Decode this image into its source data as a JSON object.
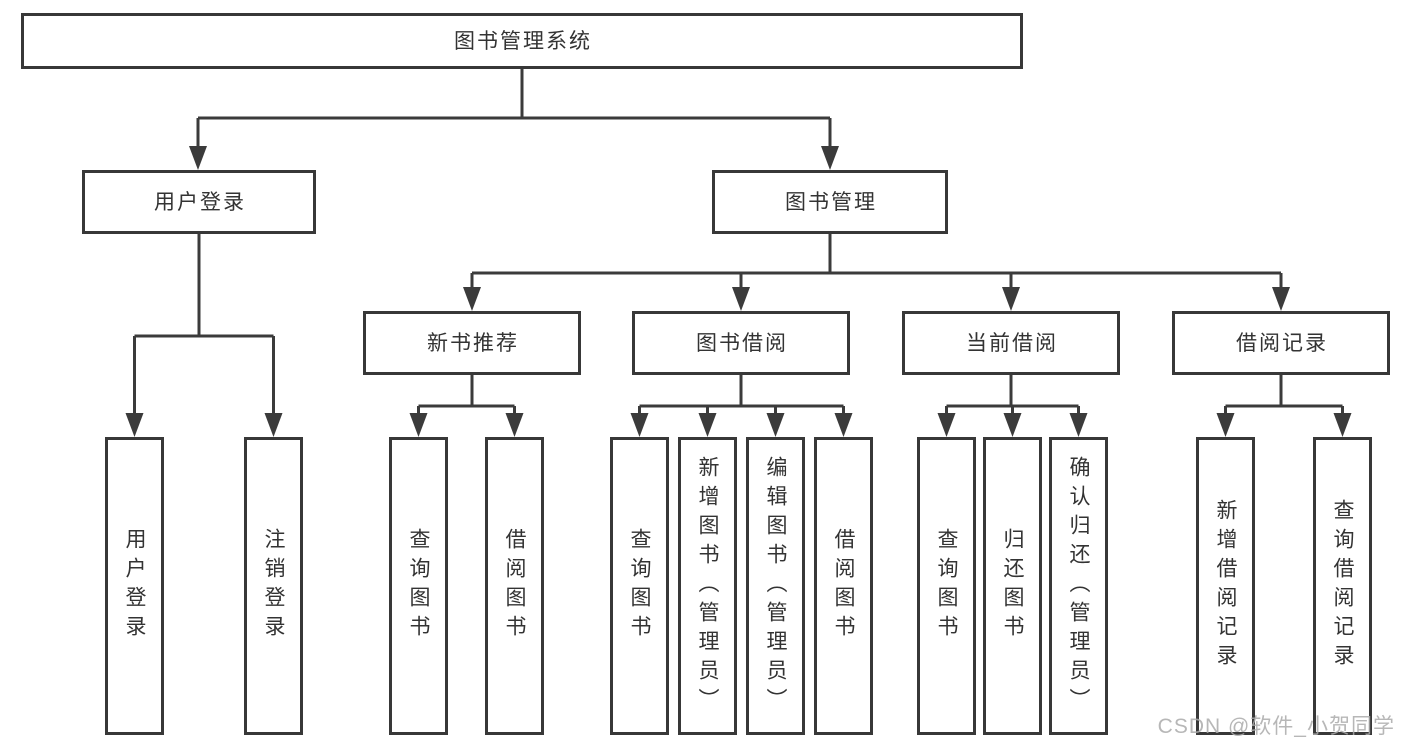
{
  "tree": {
    "root": {
      "label": "图书管理系统"
    },
    "branches": [
      {
        "label": "用户登录",
        "children": [
          {
            "label": "用户登录"
          },
          {
            "label": "注销登录"
          }
        ]
      },
      {
        "label": "图书管理",
        "children": [
          {
            "label": "新书推荐",
            "children": [
              {
                "label": "查询图书"
              },
              {
                "label": "借阅图书"
              }
            ]
          },
          {
            "label": "图书借阅",
            "children": [
              {
                "label": "查询图书"
              },
              {
                "label": "新增图书（管理员）"
              },
              {
                "label": "编辑图书（管理员）"
              },
              {
                "label": "借阅图书"
              }
            ]
          },
          {
            "label": "当前借阅",
            "children": [
              {
                "label": "查询图书"
              },
              {
                "label": "归还图书"
              },
              {
                "label": "确认归还（管理员）"
              }
            ]
          },
          {
            "label": "借阅记录",
            "children": [
              {
                "label": "新增借阅记录"
              },
              {
                "label": "查询借阅记录"
              }
            ]
          }
        ]
      }
    ]
  },
  "watermark": {
    "text": "CSDN @软件_小贺同学"
  },
  "colors": {
    "line": "#3b3b3b",
    "border": "#383838",
    "text": "#333333",
    "watermark": "#aaaaaa",
    "background": "#ffffff"
  }
}
